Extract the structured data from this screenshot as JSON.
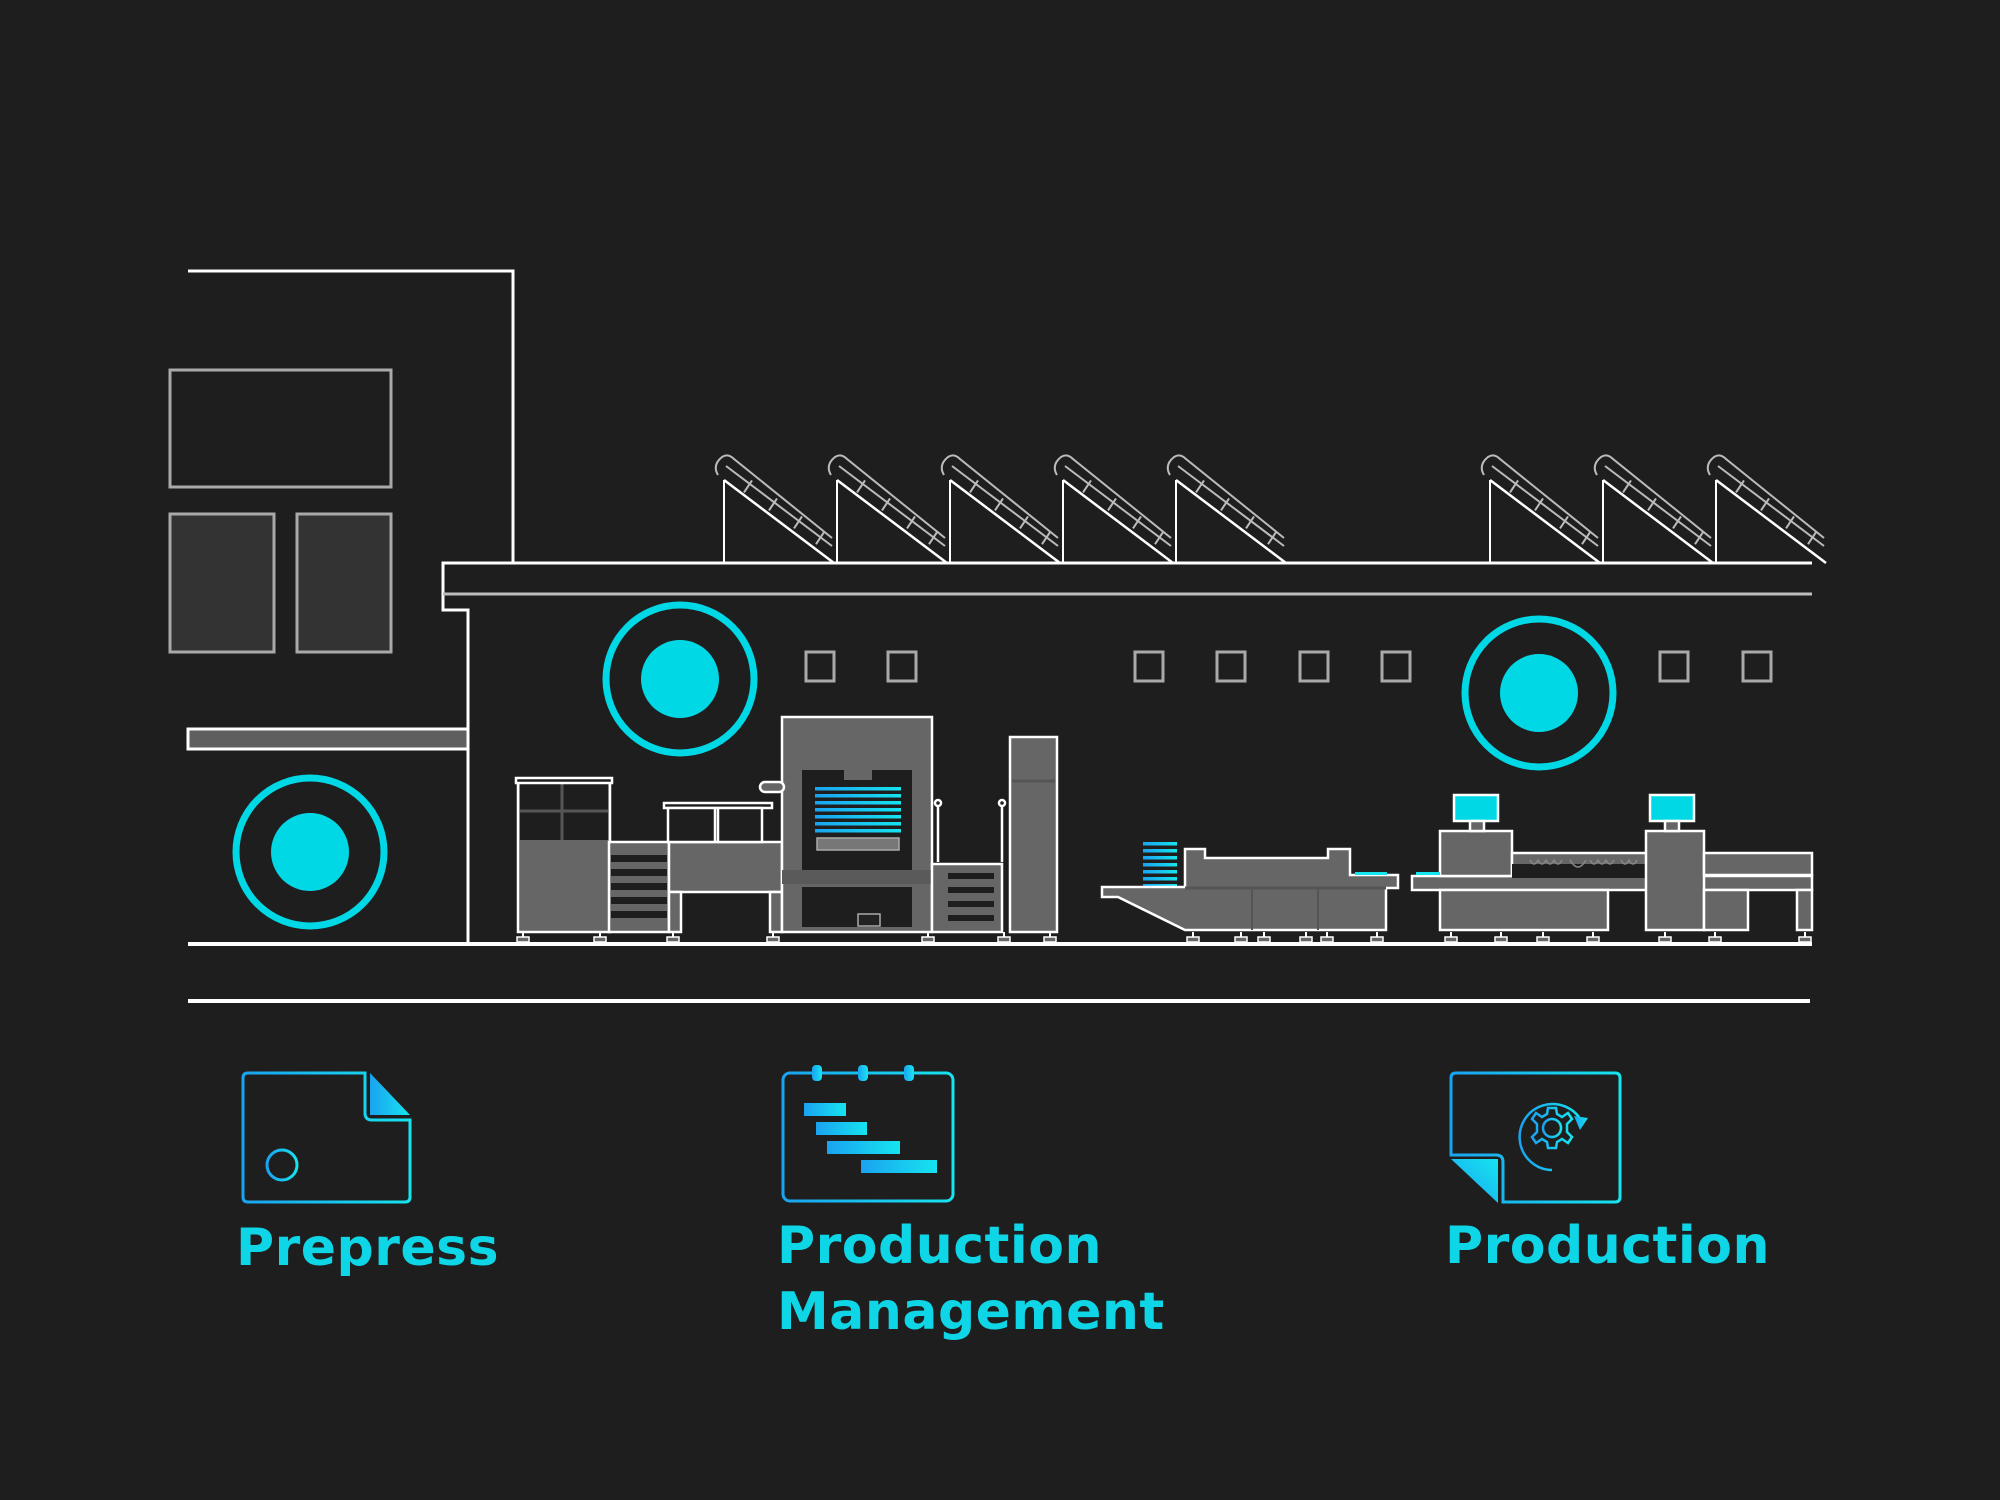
{
  "illustration": {
    "subject": "print-factory-building",
    "accent_color": "#00d8e6",
    "accent_gradient": [
      "#1aa3f0",
      "#16e4ef"
    ],
    "line_color": "#ffffff",
    "muted_line_color": "#a9a9a9",
    "machine_fill": "#666666",
    "background": "#1e1e1e"
  },
  "stages": [
    {
      "label": "Prepress",
      "icon": "document-crosshair-icon"
    },
    {
      "label": "Production Management",
      "label_lines": [
        "Production",
        "Management"
      ],
      "icon": "gantt-calendar-icon"
    },
    {
      "label": "Production",
      "icon": "document-gear-cycle-icon"
    }
  ]
}
